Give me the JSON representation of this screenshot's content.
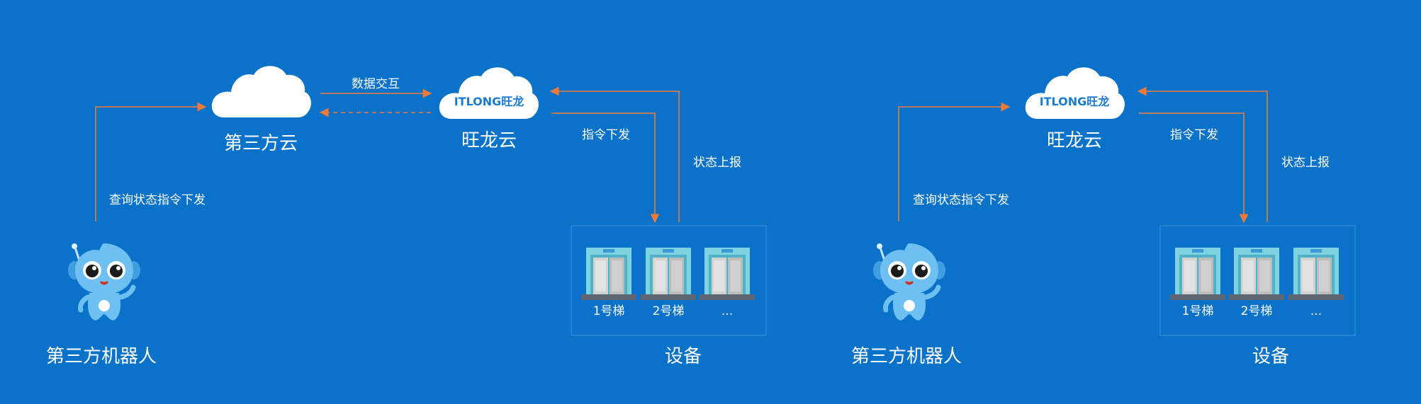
{
  "colors": {
    "background": "#0a72c9",
    "arrow": "#f07a3a",
    "cloud": "#ffffff",
    "brand_text": "#1a7bd0",
    "robot_body": "#6ec0f2",
    "elevator_frame": "#7fd3e0",
    "elevator_door": "#c9c9c9"
  },
  "left_diagram": {
    "third_party_cloud_label": "第三方云",
    "itlong_cloud_label": "旺龙云",
    "itlong_logo_text": "ITLONG旺龙",
    "data_exchange_label": "数据交互",
    "command_issue_label": "指令下发",
    "status_report_label": "状态上报",
    "query_label": "查询状态指令下发",
    "robot_label": "第三方机器人",
    "device_label": "设备",
    "elevators": [
      "1号梯",
      "2号梯",
      "..."
    ]
  },
  "right_diagram": {
    "itlong_cloud_label": "旺龙云",
    "itlong_logo_text": "ITLONG旺龙",
    "command_issue_label": "指令下发",
    "status_report_label": "状态上报",
    "query_label": "查询状态指令下发",
    "robot_label": "第三方机器人",
    "device_label": "设备",
    "elevators": [
      "1号梯",
      "2号梯",
      "..."
    ]
  }
}
